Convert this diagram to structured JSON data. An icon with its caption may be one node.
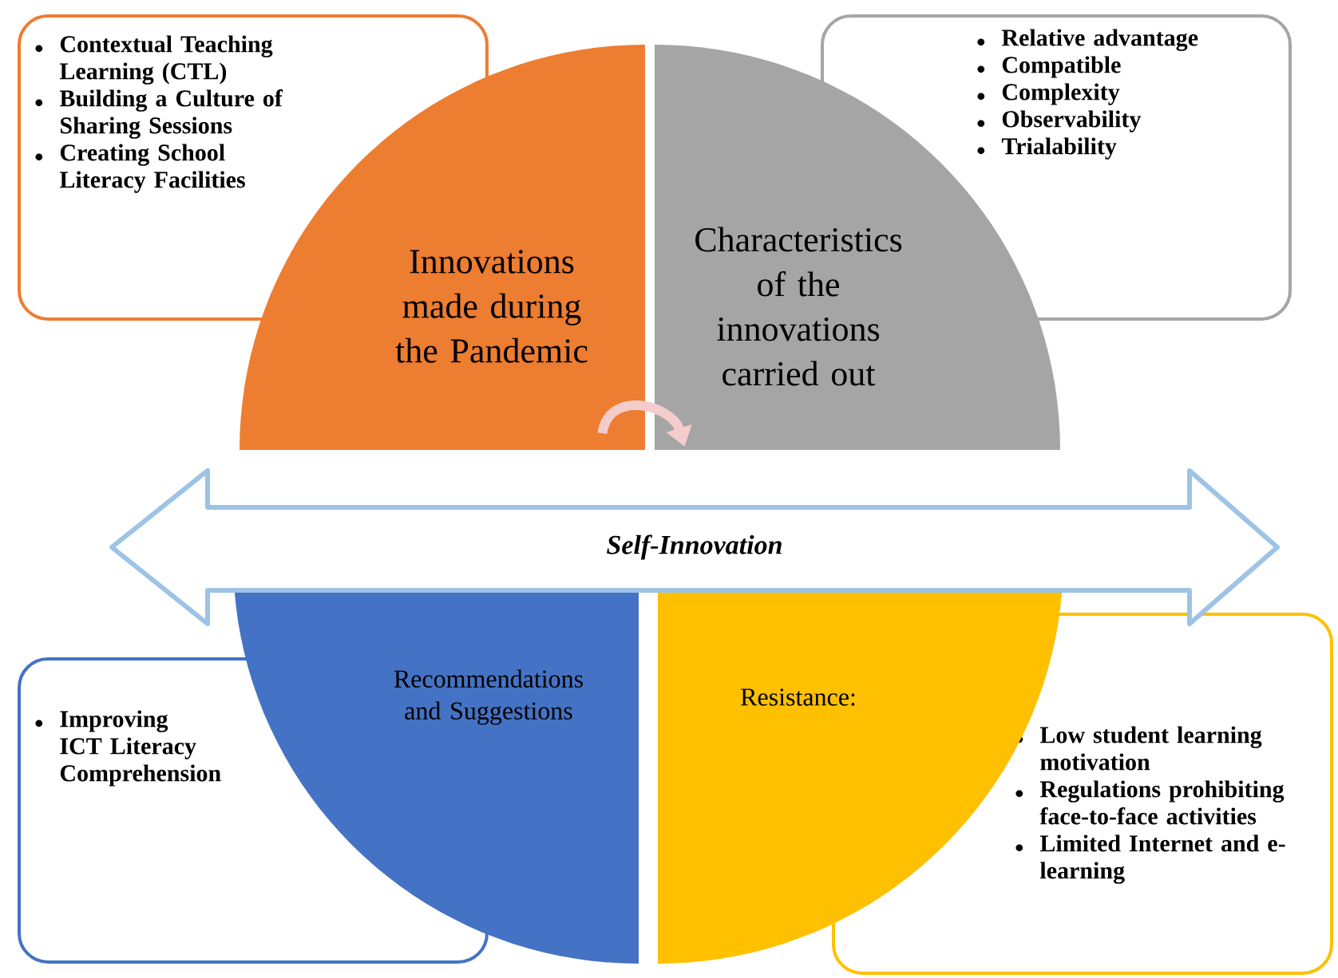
{
  "diagram": {
    "nodes": [
      {
        "text": [
          "Contextual Teaching Learning (CTL)",
          "Building a Culture of Sharing Sessions",
          "Creating School Literacy Facilities"
        ]
      },
      {
        "text": [
          "Innovations made during the Pandemic"
        ]
      },
      {
        "text": [
          "Characteristics of the innovations carried out"
        ]
      },
      {
        "text": [
          "Relative advantage",
          "Compatible",
          "Complexity",
          "Observability",
          "Trialability"
        ]
      },
      {
        "text": [
          "Self-Innovation"
        ]
      },
      {
        "text": [
          "Improving ICT Literacy Comprehension"
        ]
      },
      {
        "text": [
          "Recommendations and Suggestions"
        ]
      },
      {
        "text": [
          "Resistance:"
        ]
      },
      {
        "text": [
          "Low student learning motivation",
          "Regulations prohibiting face-to-face activities",
          "Limited Internet and e-learning"
        ]
      }
    ],
    "edges": [
      {
        "from": 1,
        "to": 2,
        "arrow": "to"
      }
    ]
  }
}
